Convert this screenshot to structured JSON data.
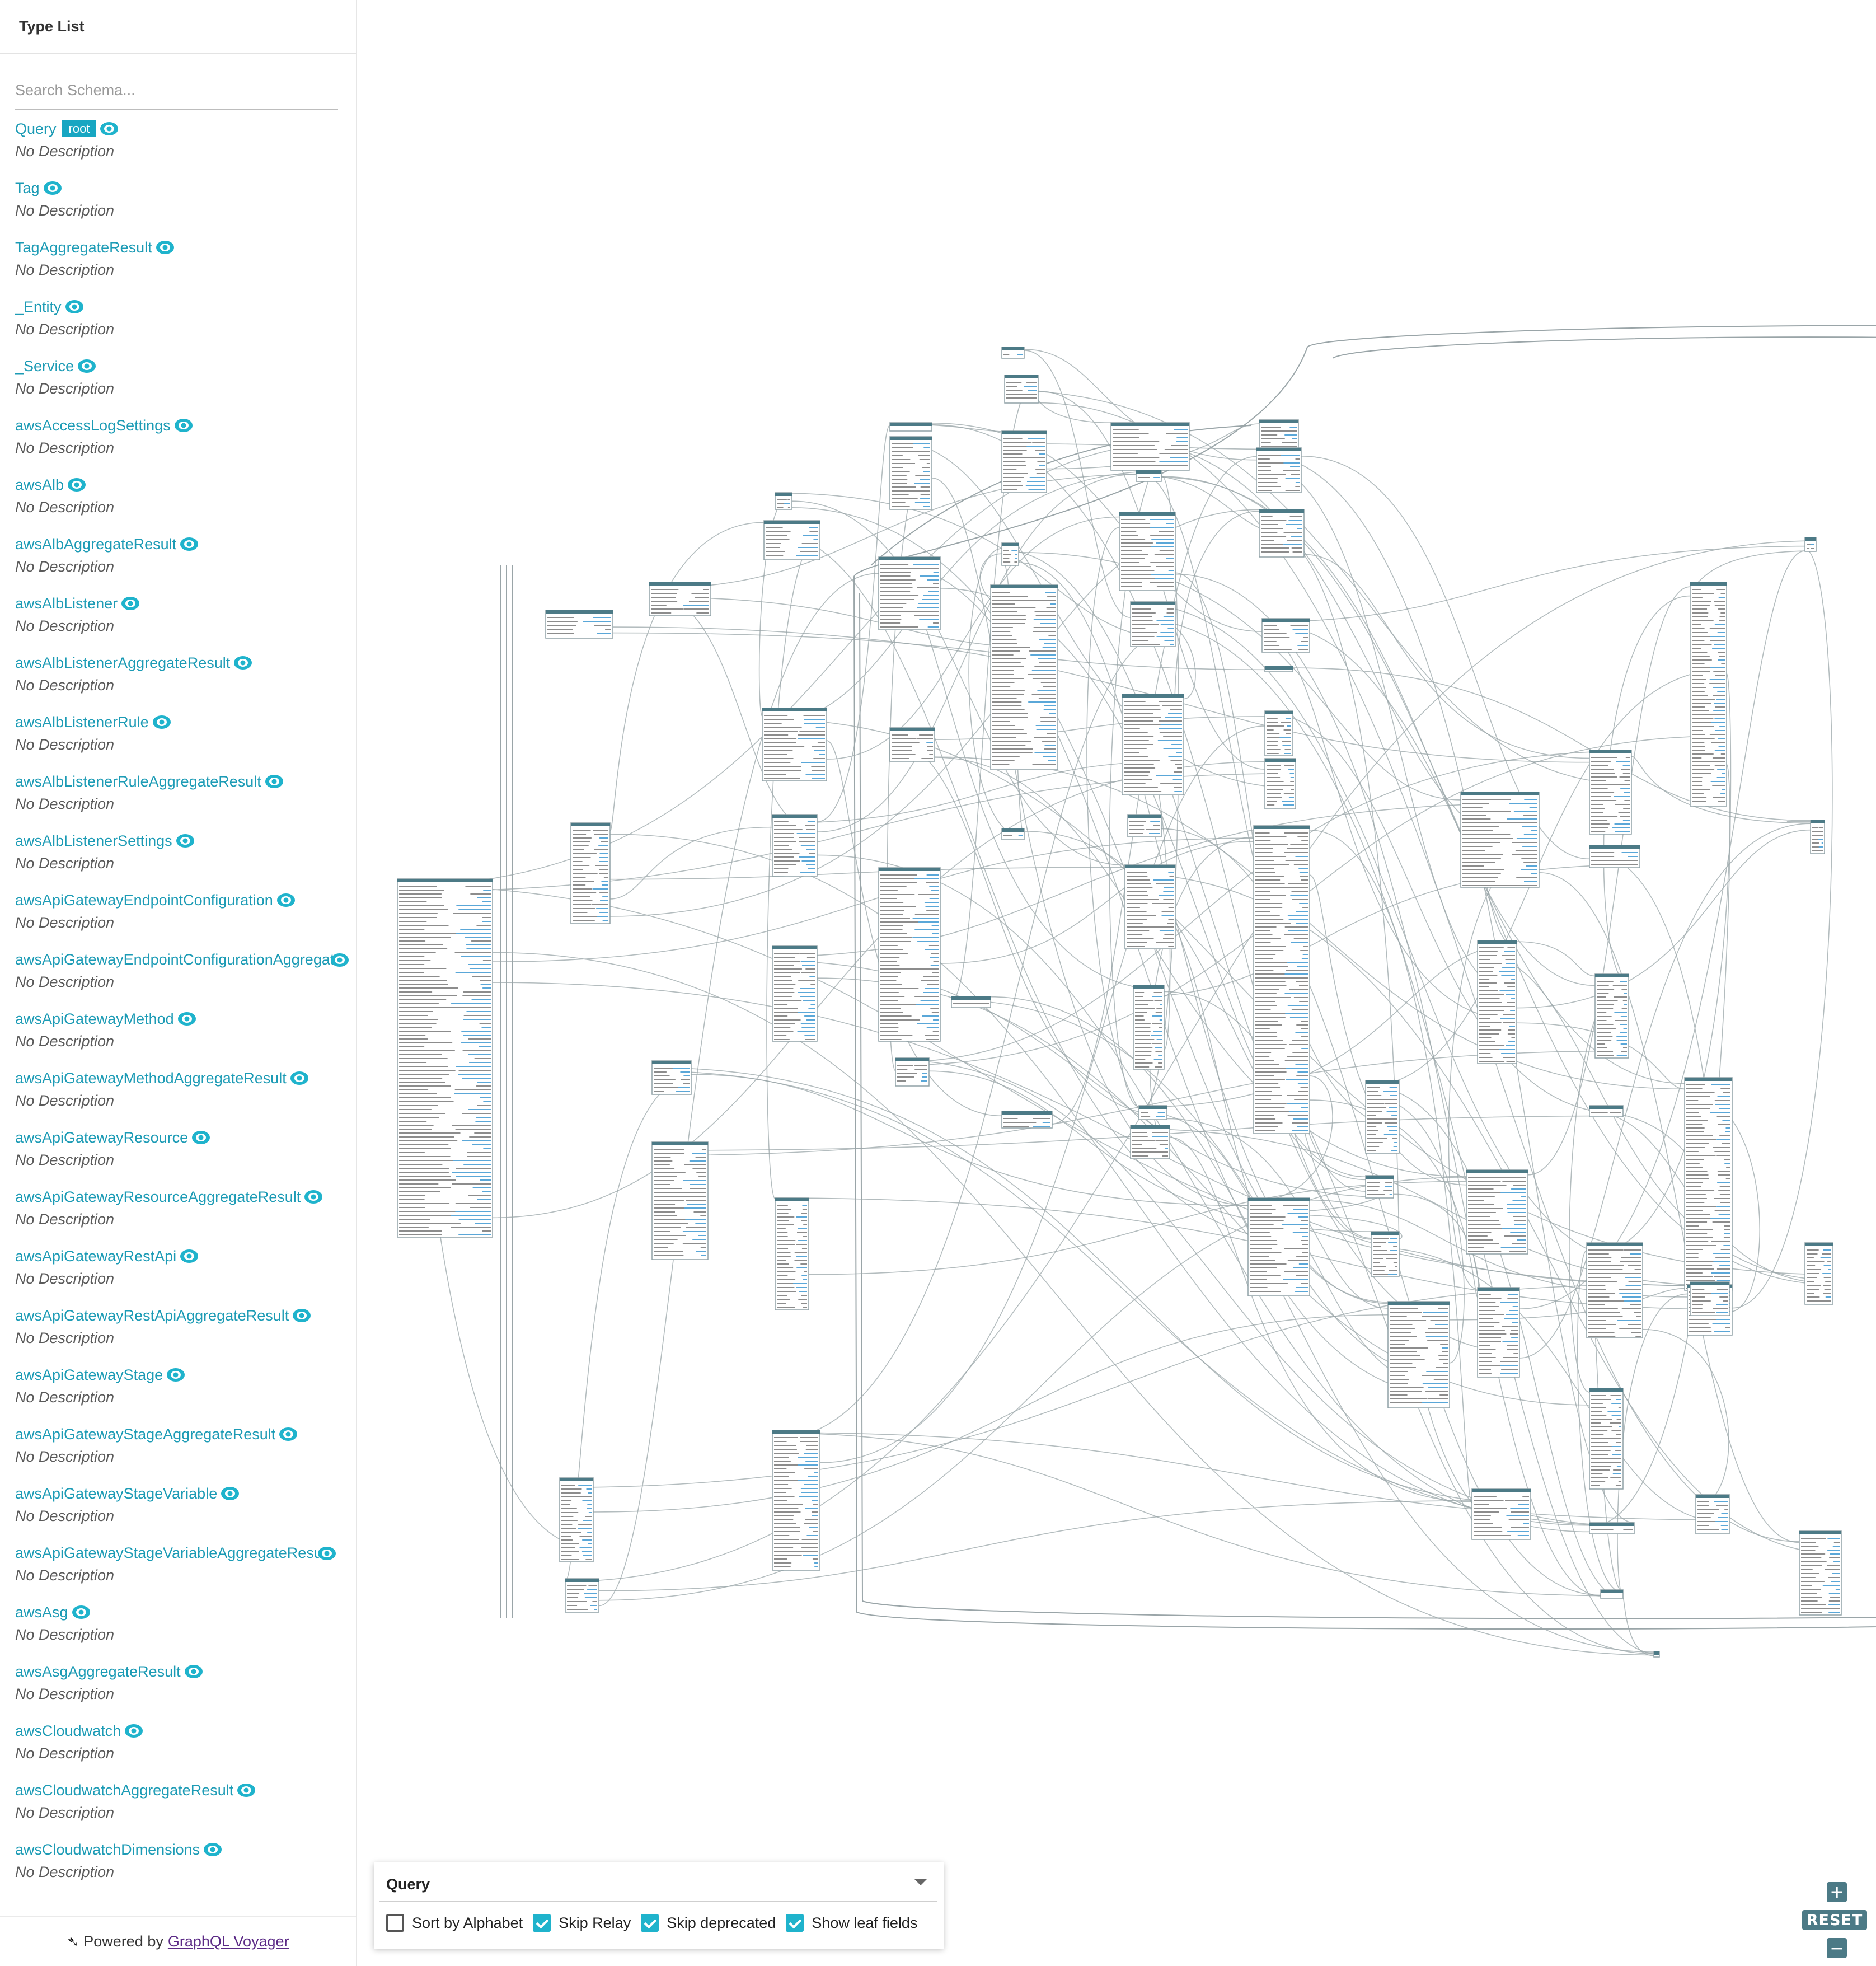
{
  "sidebar": {
    "title": "Type List",
    "search_placeholder": "Search Schema...",
    "types": [
      {
        "name": "Query",
        "badge": "root",
        "description": "No Description"
      },
      {
        "name": "Tag",
        "description": "No Description"
      },
      {
        "name": "TagAggregateResult",
        "description": "No Description"
      },
      {
        "name": "_Entity",
        "description": "No Description"
      },
      {
        "name": "_Service",
        "description": "No Description"
      },
      {
        "name": "awsAccessLogSettings",
        "description": "No Description"
      },
      {
        "name": "awsAlb",
        "description": "No Description"
      },
      {
        "name": "awsAlbAggregateResult",
        "description": "No Description"
      },
      {
        "name": "awsAlbListener",
        "description": "No Description"
      },
      {
        "name": "awsAlbListenerAggregateResult",
        "description": "No Description"
      },
      {
        "name": "awsAlbListenerRule",
        "description": "No Description"
      },
      {
        "name": "awsAlbListenerRuleAggregateResult",
        "description": "No Description"
      },
      {
        "name": "awsAlbListenerSettings",
        "description": "No Description"
      },
      {
        "name": "awsApiGatewayEndpointConfiguration",
        "description": "No Description"
      },
      {
        "name": "awsApiGatewayEndpointConfigurationAggregate",
        "description": "No Description",
        "wrap": true
      },
      {
        "name": "awsApiGatewayMethod",
        "description": "No Description"
      },
      {
        "name": "awsApiGatewayMethodAggregateResult",
        "description": "No Description"
      },
      {
        "name": "awsApiGatewayResource",
        "description": "No Description"
      },
      {
        "name": "awsApiGatewayResourceAggregateResult",
        "description": "No Description"
      },
      {
        "name": "awsApiGatewayRestApi",
        "description": "No Description"
      },
      {
        "name": "awsApiGatewayRestApiAggregateResult",
        "description": "No Description"
      },
      {
        "name": "awsApiGatewayStage",
        "description": "No Description"
      },
      {
        "name": "awsApiGatewayStageAggregateResult",
        "description": "No Description"
      },
      {
        "name": "awsApiGatewayStageVariable",
        "description": "No Description"
      },
      {
        "name": "awsApiGatewayStageVariableAggregateResult",
        "description": "No Description",
        "wrap": true
      },
      {
        "name": "awsAsg",
        "description": "No Description"
      },
      {
        "name": "awsAsgAggregateResult",
        "description": "No Description"
      },
      {
        "name": "awsCloudwatch",
        "description": "No Description"
      },
      {
        "name": "awsCloudwatchAggregateResult",
        "description": "No Description"
      },
      {
        "name": "awsCloudwatchDimensions",
        "description": "No Description"
      }
    ],
    "footer": {
      "prefix": "Powered by",
      "link_text": "GraphQL Voyager"
    }
  },
  "settings": {
    "root_type": "Query",
    "options": [
      {
        "label": "Sort by Alphabet",
        "checked": false
      },
      {
        "label": "Skip Relay",
        "checked": true
      },
      {
        "label": "Skip deprecated",
        "checked": true
      },
      {
        "label": "Show leaf fields",
        "checked": true
      }
    ]
  },
  "zoom": {
    "zoom_in": "+",
    "reset": "RESET",
    "zoom_out": "−"
  },
  "colors": {
    "accent": "#1c9bb5",
    "badge": "#17a6c2",
    "checkbox": "#1fb3cc",
    "node_header": "#4c7a86",
    "edge": "#9aa5a8",
    "field_link": "#5aa7d8"
  }
}
